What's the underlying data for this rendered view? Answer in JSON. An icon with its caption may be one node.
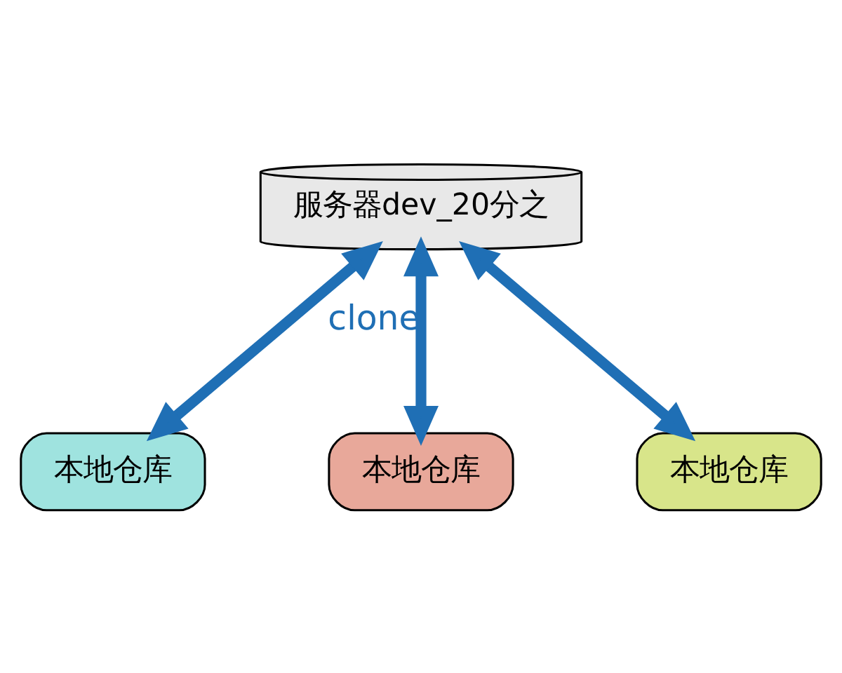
{
  "diagram": {
    "nodes": [
      {
        "text": [
          "服务器dev_20分之"
        ]
      },
      {
        "text": [
          "本地仓库"
        ]
      },
      {
        "text": [
          "本地仓库"
        ]
      },
      {
        "text": [
          "本地仓库"
        ]
      }
    ],
    "edges": [
      {
        "from": 0,
        "to": 1,
        "arrow": "both"
      },
      {
        "from": 0,
        "to": 2,
        "arrow": "both",
        "label": "clone"
      },
      {
        "from": 0,
        "to": 3,
        "arrow": "both"
      }
    ]
  }
}
